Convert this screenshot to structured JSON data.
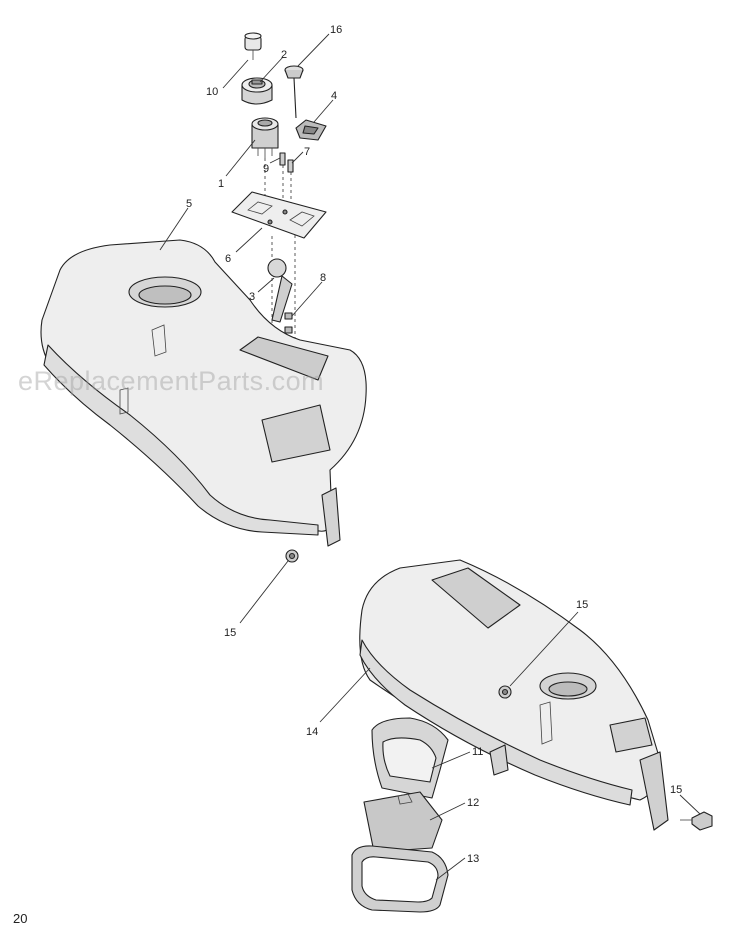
{
  "watermark": "eReplacementParts.com",
  "page_number": "20",
  "callouts": [
    {
      "id": "c1",
      "label": "1"
    },
    {
      "id": "c2",
      "label": "2"
    },
    {
      "id": "c3",
      "label": "3"
    },
    {
      "id": "c4",
      "label": "4"
    },
    {
      "id": "c5",
      "label": "5"
    },
    {
      "id": "c6",
      "label": "6"
    },
    {
      "id": "c7",
      "label": "7"
    },
    {
      "id": "c8",
      "label": "8"
    },
    {
      "id": "c9",
      "label": "9"
    },
    {
      "id": "c10",
      "label": "10"
    },
    {
      "id": "c11",
      "label": "11"
    },
    {
      "id": "c12",
      "label": "12"
    },
    {
      "id": "c13",
      "label": "13"
    },
    {
      "id": "c14",
      "label": "14"
    },
    {
      "id": "c15a",
      "label": "15"
    },
    {
      "id": "c15b",
      "label": "15"
    },
    {
      "id": "c15c",
      "label": "15"
    },
    {
      "id": "c16",
      "label": "16"
    }
  ],
  "colors": {
    "line": "#222222",
    "shade_light": "#eeeeee",
    "shade_mid": "#d9d9d9",
    "shade_dark": "#bdbdbd"
  }
}
